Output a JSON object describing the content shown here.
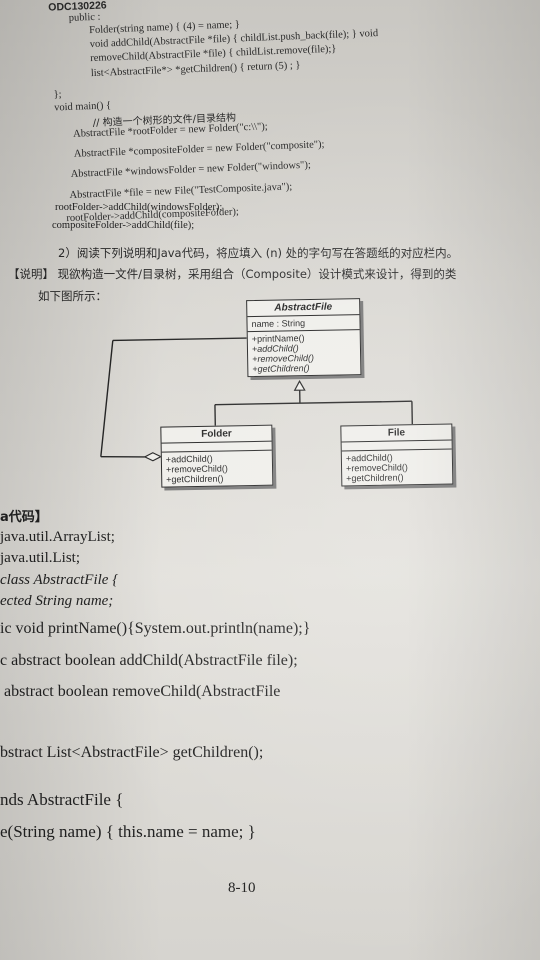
{
  "top_code": {
    "id": "ODC130226",
    "lines": [
      "public :",
      "Folder(string name) { (4) = name; }",
      "void addChild(AbstractFile *file) { childList.push_back(file); } void",
      "removeChild(AbstractFile *file) { childList.remove(file);}",
      "list<AbstractFile*> *getChildren() { return (5) ; }",
      "};",
      "void main() {",
      "// 构造一个树形的文件/目录结构",
      "AbstractFile *rootFolder = new Folder(\"c:\\\\\");",
      "AbstractFile *compositeFolder = new Folder(\"composite\");",
      "AbstractFile *windowsFolder = new Folder(\"windows\");",
      "AbstractFile *file = new File(\"TestComposite.java\");",
      "rootFolder->addChild(compositeFolder);",
      "rootFolder->addChild(windowsFolder);",
      "compositeFolder->addChild(file);"
    ]
  },
  "section": {
    "q2": "2）阅读下列说明和Java代码，将应填入 (n) 处的字句写在答题纸的对应栏内。",
    "desc": "【说明】 现欲构造一文件/目录树，采用组合（Composite）设计模式来设计，得到的类",
    "desc2": "如下图所示："
  },
  "uml": {
    "abstract": {
      "name": "AbstractFile",
      "attr": "name : String",
      "ops": [
        "+printName()",
        "+addChild()",
        "+removeChild()",
        "+getChildren()"
      ]
    },
    "folder": {
      "name": "Folder",
      "ops": [
        "+addChild()",
        "+removeChild()",
        "+getChildren()"
      ]
    },
    "file": {
      "name": "File",
      "ops": [
        "+addChild()",
        "+removeChild()",
        "+getChildren()"
      ]
    }
  },
  "java": {
    "heading": "a代码】",
    "lines": [
      "java.util.ArrayList;",
      "java.util.List;",
      "class AbstractFile {",
      "ected String name;",
      "ic void printName(){System.out.println(name);}",
      "c abstract boolean addChild(AbstractFile file);",
      "abstract boolean removeChild(AbstractFile",
      "bstract List<AbstractFile> getChildren();",
      "nds AbstractFile {",
      "e(String name) { this.name = name; }"
    ]
  },
  "page_number": "8-10"
}
